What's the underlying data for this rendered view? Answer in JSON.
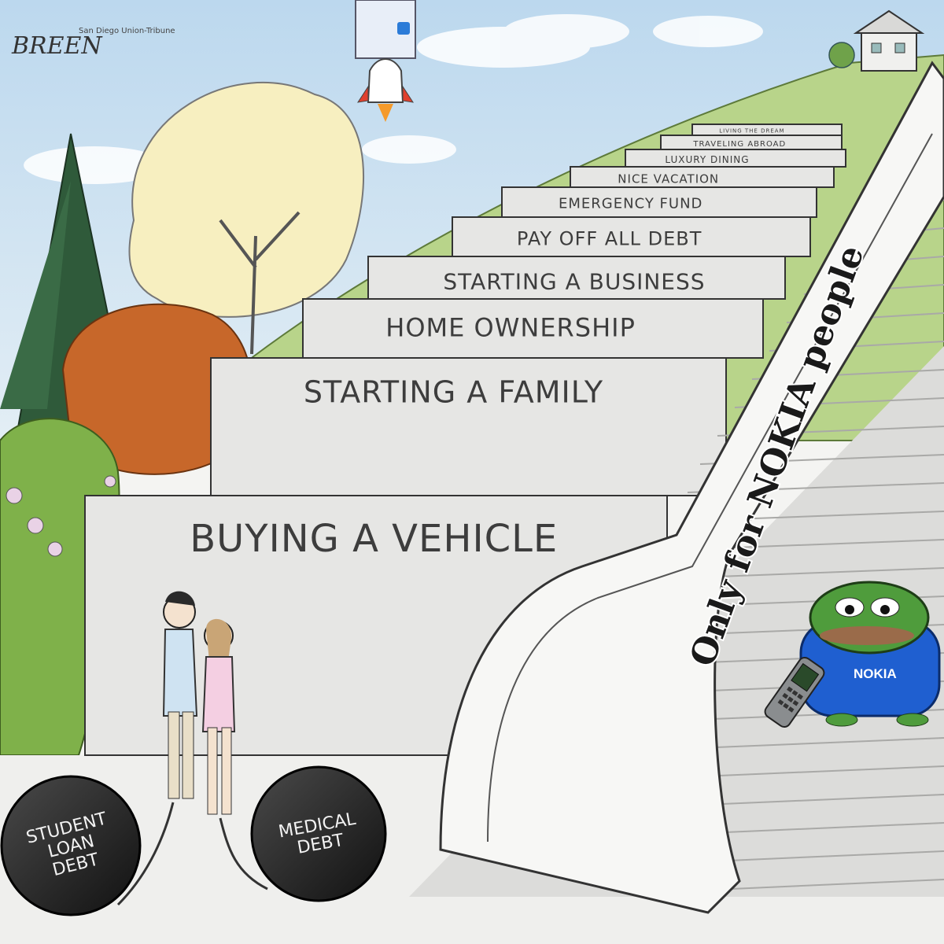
{
  "cartoon": {
    "signature": "BREEN",
    "publication": "San Diego Union-Tribune",
    "steps": [
      "BUYING A VEHICLE",
      "STARTING A FAMILY",
      "HOME OWNERSHIP",
      "STARTING A BUSINESS",
      "PAY OFF ALL DEBT",
      "EMERGENCY FUND",
      "NICE VACATION",
      "LUXURY DINING",
      "TRAVELING ABROAD",
      "LIVING THE DREAM"
    ],
    "balls": [
      {
        "lines": [
          "STUDENT",
          "LOAN",
          "DEBT"
        ]
      },
      {
        "lines": [
          "MEDICAL",
          "DEBT"
        ]
      }
    ]
  },
  "meme": {
    "escalator_caption": "Only for NOKIA people",
    "shirt_logo": "NOKIA"
  },
  "colors": {
    "sky": "#cfe3f2",
    "step": "#e6e6e4",
    "ball": "#222222",
    "shirt": "#1f5fd0",
    "frog": "#4f9c3c",
    "grass": "#b8d48a"
  }
}
